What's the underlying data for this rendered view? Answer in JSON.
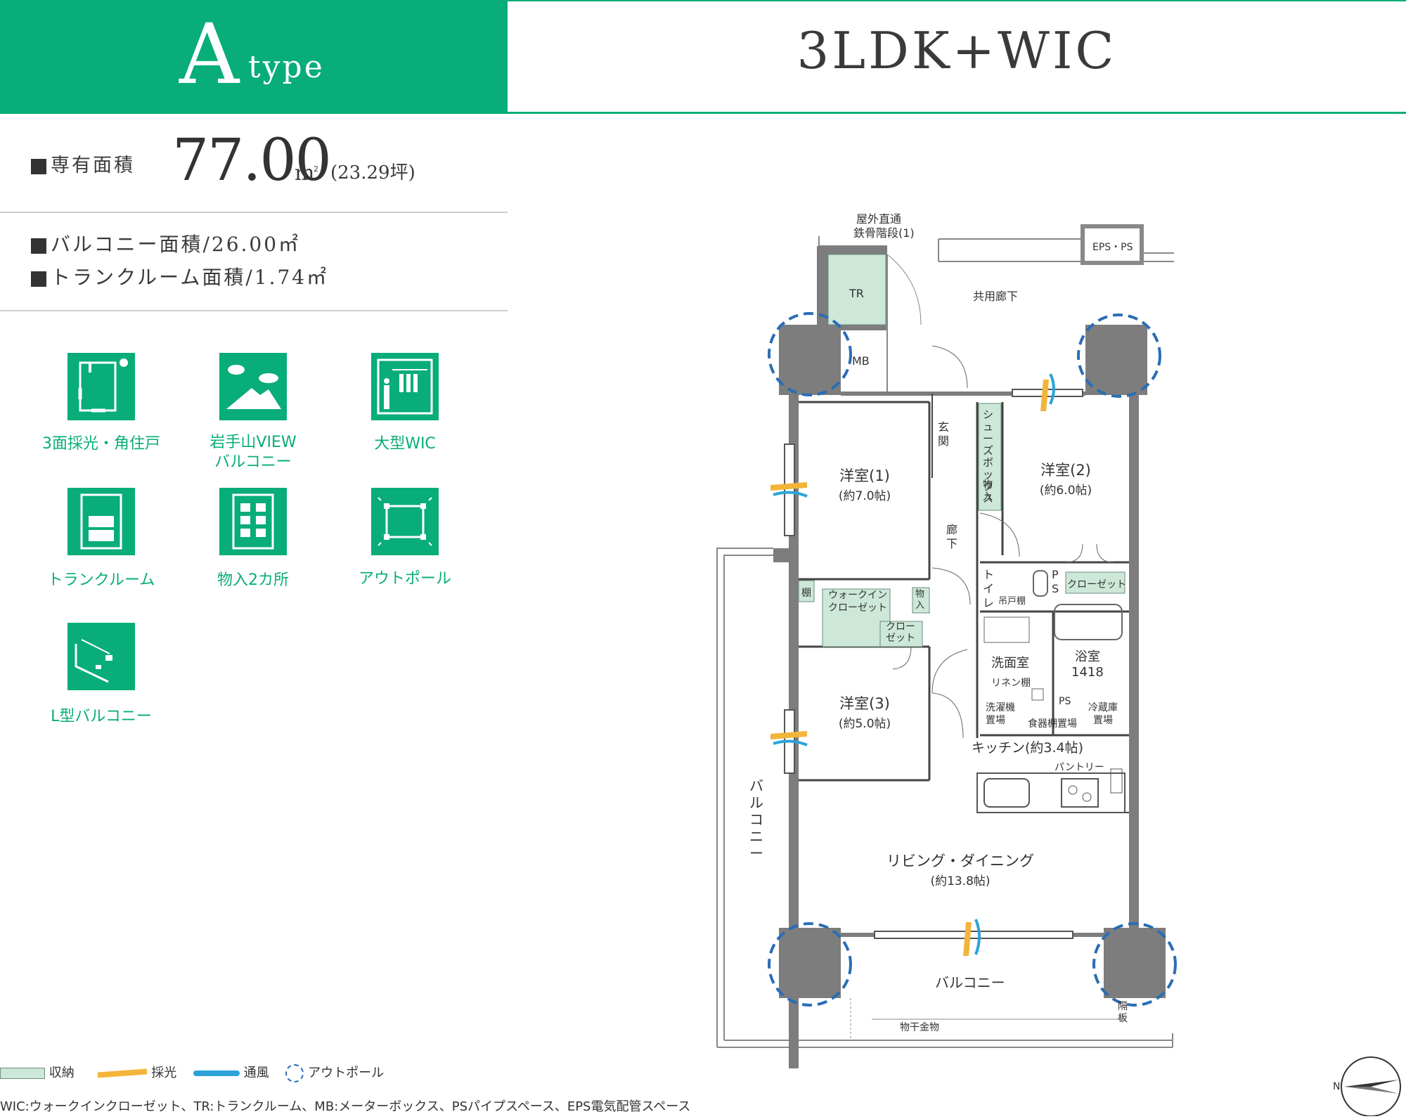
{
  "header": {
    "type_letter": "A",
    "type_word": "type",
    "layout_name": "3LDK+WIC"
  },
  "area": {
    "label": "専有面積",
    "value": "77.00",
    "unit": "m",
    "unit_sup": "2",
    "tsubo": "(23.29坪)",
    "balcony_label": "バルコニー面積/26.00㎡",
    "trunk_label": "トランクルーム面積/1.74㎡"
  },
  "features": [
    {
      "label": "3面採光・角住戸",
      "icon": "corner-unit-lighting-icon"
    },
    {
      "label": "岩手山VIEW",
      "label2": "バルコニー",
      "icon": "mountain-view-icon"
    },
    {
      "label": "大型WIC",
      "icon": "walk-in-closet-icon"
    },
    {
      "label": "トランクルーム",
      "icon": "trunk-room-icon"
    },
    {
      "label": "物入2カ所",
      "icon": "storage-shelves-icon"
    },
    {
      "label": "アウトポール",
      "icon": "outpole-icon"
    },
    {
      "label": "L型バルコニー",
      "icon": "l-balcony-icon"
    }
  ],
  "plan": {
    "stairs": "屋外直通",
    "stairs2": "鉄骨階段(1)",
    "eps": "EPS・PS",
    "tr": "TR",
    "mb": "MB",
    "corridor": "共用廊下",
    "genkan": "玄",
    "genkan2": "関",
    "shoes": "シューズボックス",
    "monoire": "物入",
    "room1": "洋室(1)",
    "room1_size": "(約7.0帖)",
    "room2": "洋室(2)",
    "room2_size": "(約6.0帖)",
    "room3": "洋室(3)",
    "room3_size": "(約5.0帖)",
    "roka": "廊",
    "roka2": "下",
    "toilet": "トイレ",
    "ps": "P",
    "ps2": "S",
    "closet": "クローゼット",
    "tsuridana": "吊戸棚",
    "shelf": "棚",
    "wic": "ウォークイン",
    "wic2": "クローゼット",
    "monoire2": "物入",
    "closet2": "クロー",
    "closet2b": "ゼット",
    "bathroom": "浴室",
    "bath_size": "1418",
    "washroom": "洗面室",
    "linen": "リネン棚",
    "ps3": "PS",
    "washer": "洗濯機",
    "washer2": "置場",
    "dish": "食器棚置場",
    "fridge": "冷蔵庫",
    "fridge2": "置場",
    "kitchen": "キッチン(約3.4帖)",
    "pantry": "パントリー",
    "living": "リビング・ダイニング",
    "living_size": "(約13.8帖)",
    "balcony_side": "バルコニー",
    "balcony_bottom": "バルコニー",
    "drying": "物干金物",
    "partition": "隔",
    "partition2": "板",
    "north": "N"
  },
  "legend": {
    "storage": "収納",
    "light": "採光",
    "wind": "通風",
    "outpole": "アウトポール",
    "footnote": "WIC:ウォークインクローゼット、TR:トランクルーム、MB:メーターボックス、PSパイプスペース、EPS電気配管スペース"
  },
  "colors": {
    "brand_green": "#08ad79",
    "storage_fill": "#cde7d8",
    "wall_gray": "#7d7d7d",
    "light_arrow": "#f2b53a",
    "wind_blue": "#2ba3d9",
    "outpole_blue": "#2a6db5"
  }
}
